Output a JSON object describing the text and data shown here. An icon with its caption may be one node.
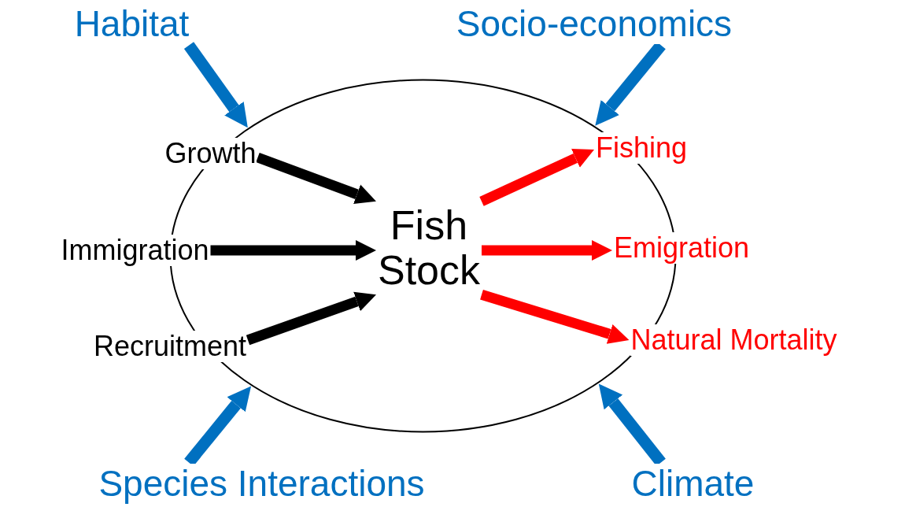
{
  "diagram": {
    "nodes": [
      {
        "text": [
          "Habitat"
        ]
      },
      {
        "text": [
          "Socio-economics"
        ]
      },
      {
        "text": [],
        "shape": "ellipse"
      },
      {
        "text": [
          "Growth"
        ]
      },
      {
        "text": [
          "Fish Stock"
        ],
        "in": 2
      },
      {
        "text": [
          "Fishing"
        ]
      },
      {
        "text": [
          "Immigration"
        ]
      },
      {
        "text": [
          "Emigration"
        ]
      },
      {
        "text": [
          "Recruitment"
        ]
      },
      {
        "text": [
          "Natural Mortality"
        ]
      },
      {
        "text": [
          "Species Interactions"
        ]
      },
      {
        "text": [
          "Climate"
        ]
      }
    ],
    "edges": [
      {
        "from": 0,
        "to": 2,
        "arrow": "to",
        "color": "#0070c0"
      },
      {
        "from": 1,
        "to": 2,
        "arrow": "to",
        "color": "#0070c0"
      },
      {
        "from": 10,
        "to": 2,
        "arrow": "to",
        "color": "#0070c0"
      },
      {
        "from": 11,
        "to": 2,
        "arrow": "to",
        "color": "#0070c0"
      },
      {
        "from": 3,
        "to": 4,
        "arrow": "to",
        "color": "#000000"
      },
      {
        "from": 6,
        "to": 4,
        "arrow": "to",
        "color": "#000000"
      },
      {
        "from": 8,
        "to": 4,
        "arrow": "to",
        "color": "#000000"
      },
      {
        "from": 4,
        "to": 5,
        "arrow": "to",
        "color": "#ff0000"
      },
      {
        "from": 4,
        "to": 7,
        "arrow": "to",
        "color": "#ff0000"
      },
      {
        "from": 4,
        "to": 9,
        "arrow": "to",
        "color": "#ff0000"
      }
    ]
  }
}
